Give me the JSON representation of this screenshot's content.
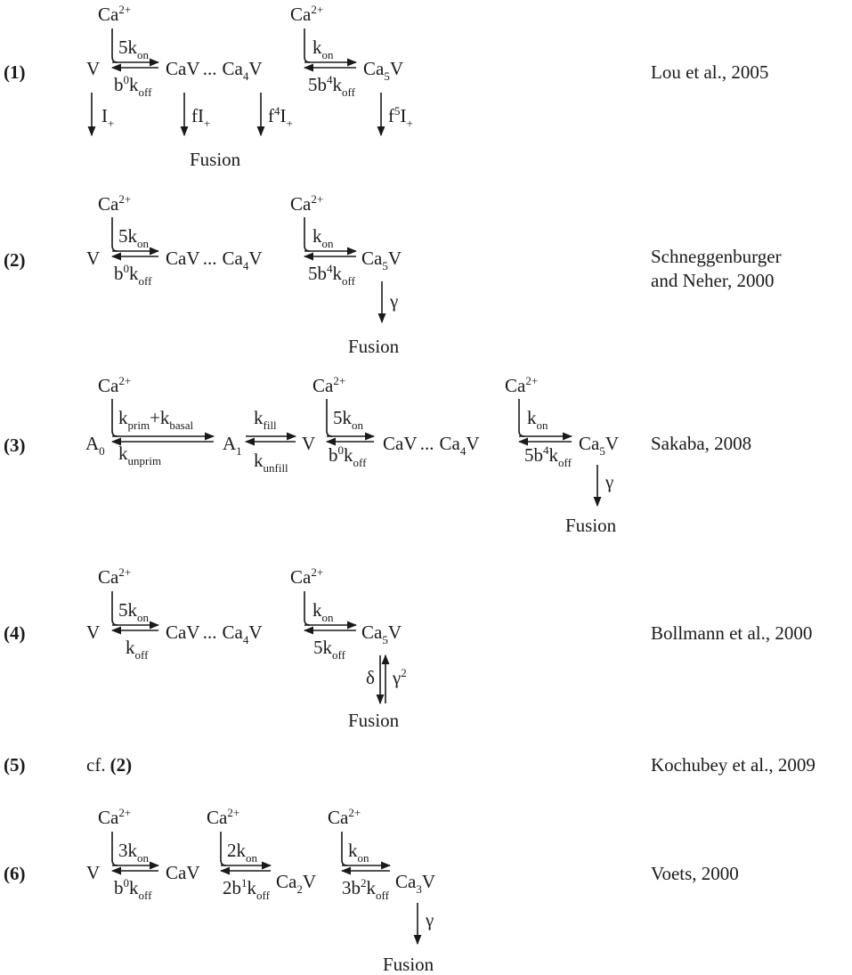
{
  "schemes": [
    {
      "id": "1",
      "number": "(1)",
      "reference": "Lou et al., 2005",
      "species": [
        "V",
        "CaV",
        "...",
        "Ca",
        "4",
        "V",
        "Ca",
        "5",
        "V"
      ],
      "calcium": [
        "Ca",
        "2+"
      ],
      "rates": {
        "on1": [
          "5k",
          "on"
        ],
        "off1": [
          "b",
          "0",
          "k",
          "off"
        ],
        "on2": [
          "k",
          "on"
        ],
        "off2": [
          "5b",
          "4",
          "k",
          "off"
        ]
      },
      "fusion_rates": [
        [
          "I",
          "+"
        ],
        [
          "fI",
          "+"
        ],
        [
          "f",
          "4",
          "I",
          "+"
        ],
        [
          "f",
          "5",
          "I",
          "+"
        ]
      ],
      "fusion_label": "Fusion"
    },
    {
      "id": "2",
      "number": "(2)",
      "reference_lines": [
        "Schneggenburger",
        "and Neher, 2000"
      ],
      "species": [
        "V",
        "CaV",
        "...",
        "Ca",
        "4",
        "V",
        "Ca",
        "5",
        "V"
      ],
      "calcium": [
        "Ca",
        "2+"
      ],
      "rates": {
        "on1": [
          "5k",
          "on"
        ],
        "off1": [
          "b",
          "0",
          "k",
          "off"
        ],
        "on2": [
          "k",
          "on"
        ],
        "off2": [
          "5b",
          "4",
          "k",
          "off"
        ]
      },
      "fusion_rate": "γ",
      "fusion_label": "Fusion"
    },
    {
      "id": "3",
      "number": "(3)",
      "reference": "Sakaba, 2008",
      "species": [
        "A",
        "0",
        "A",
        "1",
        "V",
        "CaV",
        "...",
        "Ca",
        "4",
        "V",
        "Ca",
        "5",
        "V"
      ],
      "calcium": [
        "Ca",
        "2+"
      ],
      "rates": {
        "prim": [
          "k",
          "prim",
          "+k",
          "basal"
        ],
        "unprim": [
          "k",
          "unprim"
        ],
        "fill": [
          "k",
          "fill"
        ],
        "unfill": [
          "k",
          "unfill"
        ],
        "on1": [
          "5k",
          "on"
        ],
        "off1": [
          "b",
          "0",
          "k",
          "off"
        ],
        "on2": [
          "k",
          "on"
        ],
        "off2": [
          "5b",
          "4",
          "k",
          "off"
        ]
      },
      "fusion_rate": "γ",
      "fusion_label": "Fusion"
    },
    {
      "id": "4",
      "number": "(4)",
      "reference": "Bollmann et al., 2000",
      "species": [
        "V",
        "CaV",
        "...",
        "Ca",
        "4",
        "V",
        "Ca",
        "5",
        "V"
      ],
      "calcium": [
        "Ca",
        "2+"
      ],
      "rates": {
        "on1": [
          "5k",
          "on"
        ],
        "off1": [
          "k",
          "off"
        ],
        "on2": [
          "k",
          "on"
        ],
        "off2": [
          "5k",
          "off"
        ],
        "delta": "δ",
        "gamma2": [
          "γ",
          "2"
        ]
      },
      "fusion_label": "Fusion"
    },
    {
      "id": "5",
      "number": "(5)",
      "reference": "Kochubey et al., 2009",
      "note": "cf.",
      "note_ref": "(2)"
    },
    {
      "id": "6",
      "number": "(6)",
      "reference": "Voets, 2000",
      "species": [
        "V",
        "CaV",
        "Ca",
        "2",
        "V",
        "Ca",
        "3",
        "V"
      ],
      "calcium": [
        "Ca",
        "2+"
      ],
      "rates": {
        "on1": [
          "3k",
          "on"
        ],
        "off1": [
          "b",
          "0",
          "k",
          "off"
        ],
        "on2": [
          "2k",
          "on"
        ],
        "off2": [
          "2b",
          "1",
          "k",
          "off"
        ],
        "on3": [
          "k",
          "on"
        ],
        "off3": [
          "3b",
          "2",
          "k",
          "off"
        ]
      },
      "fusion_rate": "γ",
      "fusion_label": "Fusion"
    }
  ]
}
